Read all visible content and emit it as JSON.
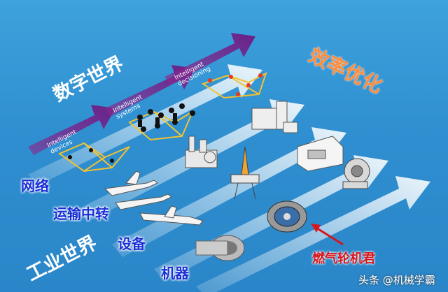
{
  "labels": {
    "digital_world": "数字世界",
    "industrial_world": "工业世界",
    "efficiency": "效率优化",
    "network": "网络",
    "transport": "运输中转",
    "equipment": "设备",
    "machine": "机器",
    "gas_turbine": "燃气轮机君"
  },
  "arrows": {
    "devices": "Intelligent devices",
    "systems": "Intelligent systems",
    "decisioning": "Intelligent decisioning"
  },
  "watermark": "头条 @机械学霸",
  "colors": {
    "arrow_purple": "#7a1f8c",
    "label_blue": "#1a2fd6",
    "accent_orange": "#ff8c3a",
    "accent_red": "#d7161d"
  }
}
